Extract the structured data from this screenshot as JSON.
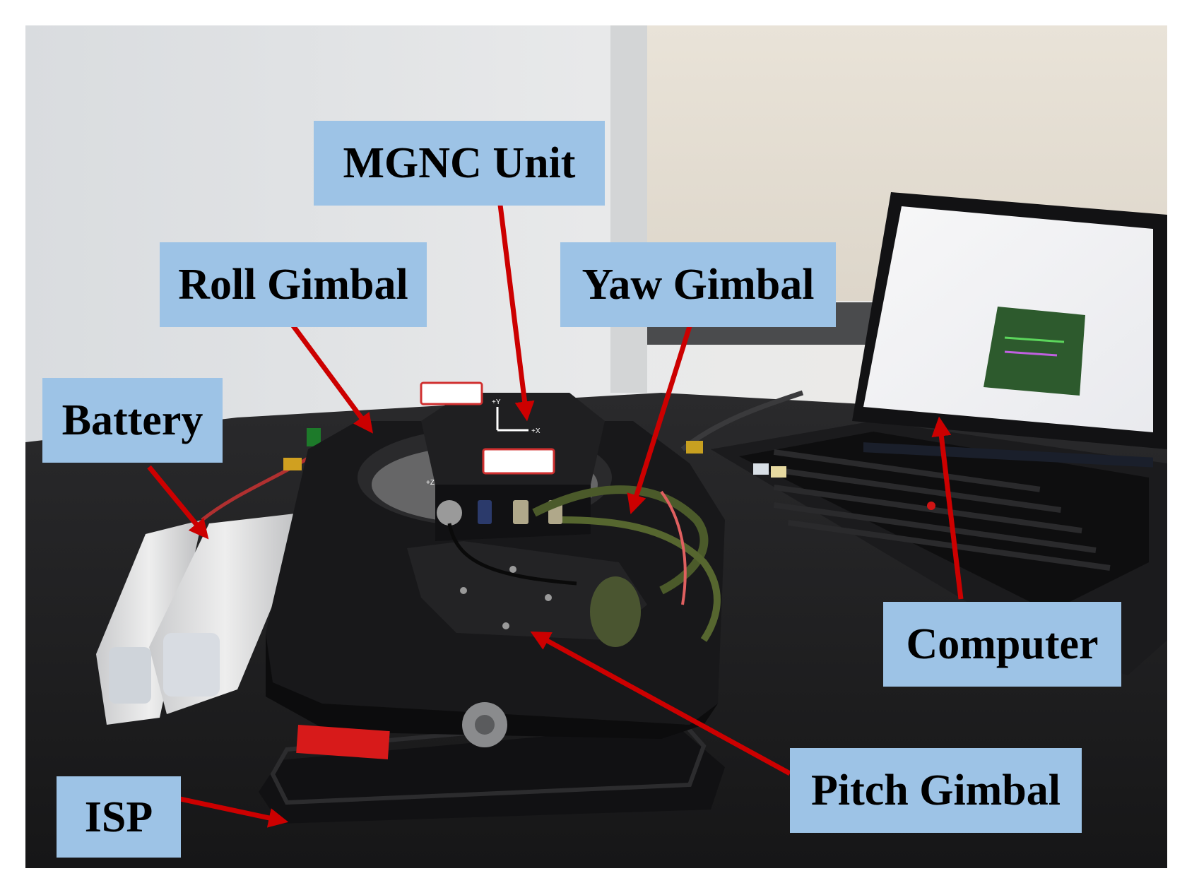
{
  "figure": {
    "labels": {
      "mgnc_unit": "MGNC Unit",
      "roll_gimbal": "Roll Gimbal",
      "yaw_gimbal": "Yaw Gimbal",
      "battery": "Battery",
      "computer": "Computer",
      "pitch_gimbal": "Pitch Gimbal",
      "isp": "ISP"
    },
    "unit_axis_labels": {
      "plus_y": "+Y",
      "plus_x": "+X",
      "plus_z": "+Z"
    },
    "colors": {
      "label_background": "#9dc3e6",
      "arrow": "#cc0000"
    }
  }
}
